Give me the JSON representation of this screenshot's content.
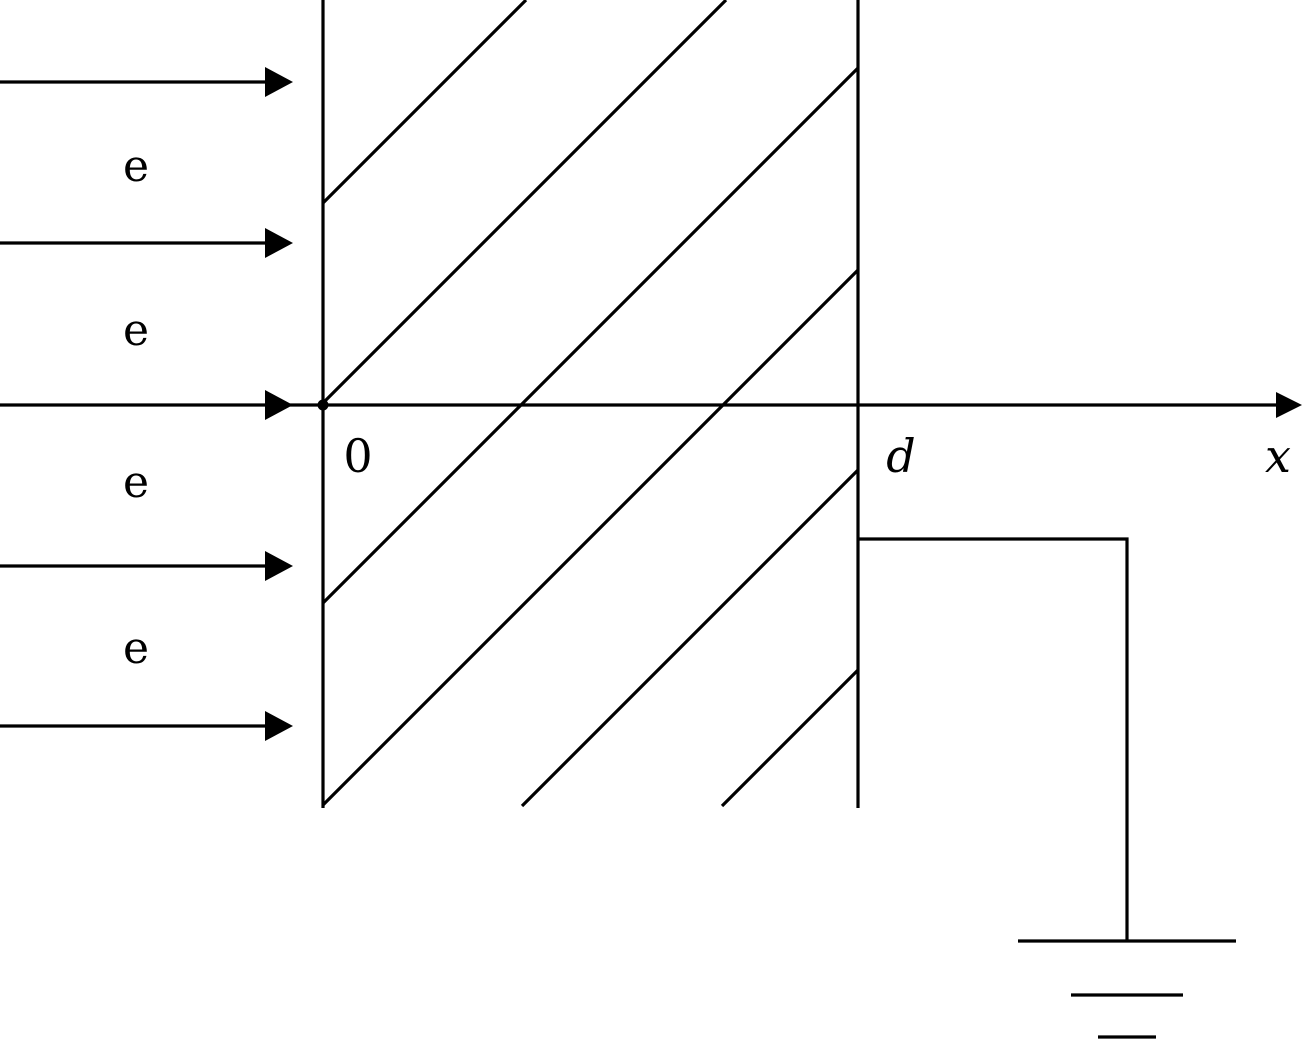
{
  "figure": {
    "electron_labels": [
      "e",
      "e",
      "e",
      "e"
    ],
    "origin_label": "0",
    "thickness_label": "d",
    "axis_label": "x"
  },
  "colors": {
    "ink": "#000000",
    "background": "#ffffff"
  },
  "icons": {
    "incident_beam": "arrow-right-icon",
    "ground": "ground-symbol-icon"
  }
}
